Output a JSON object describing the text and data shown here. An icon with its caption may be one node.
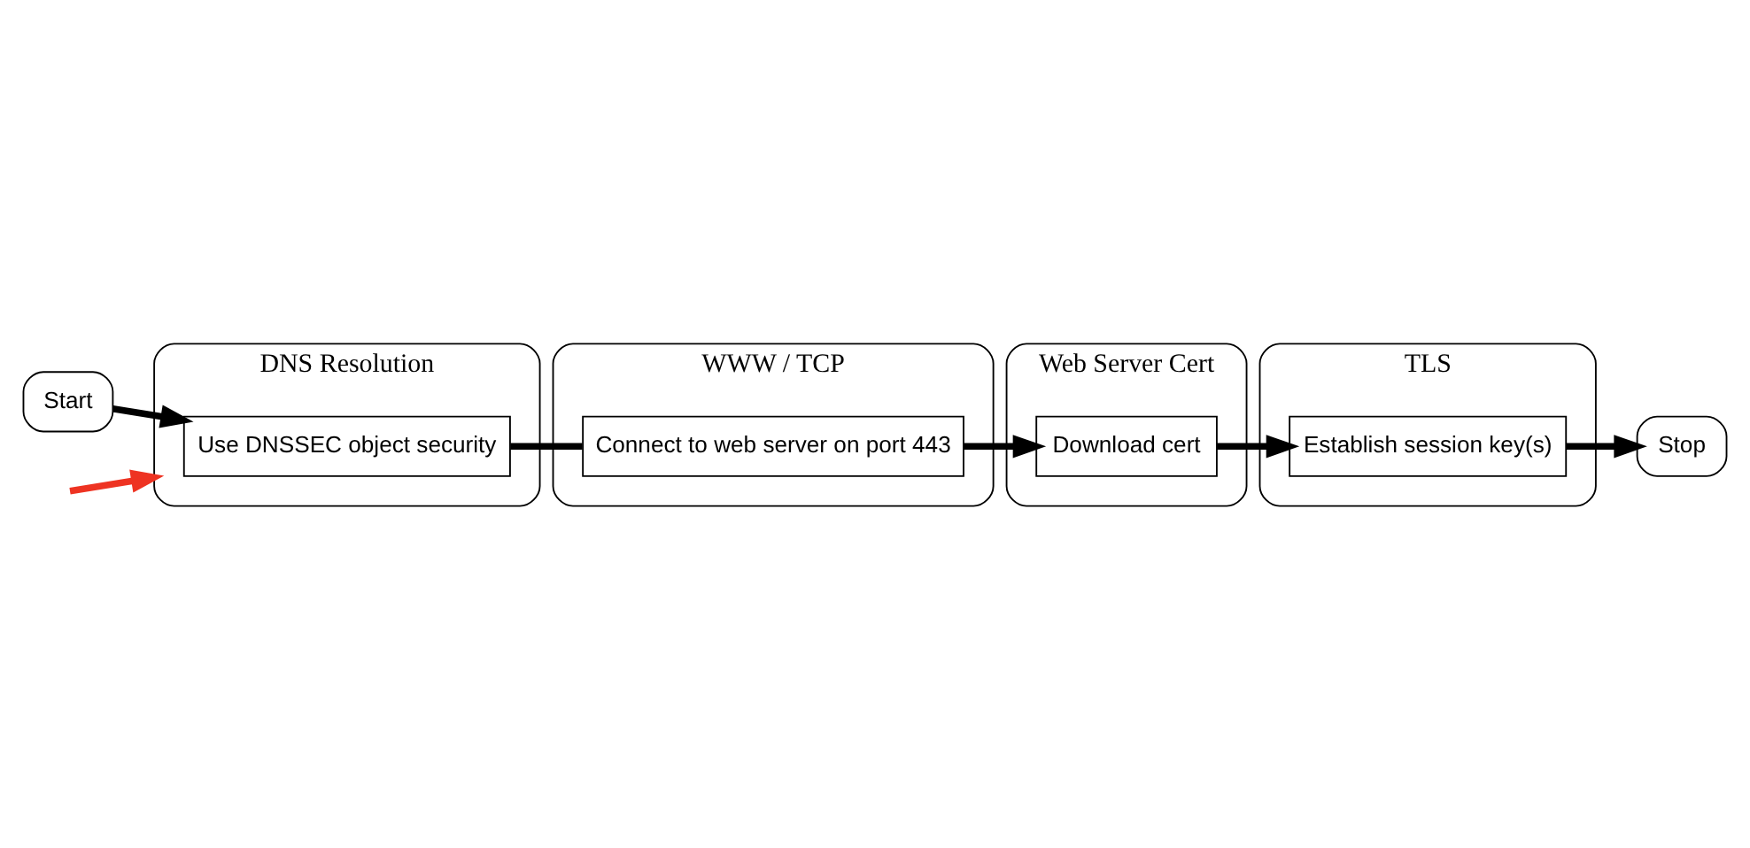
{
  "diagram": {
    "nodes": [
      {
        "text": [
          "Start"
        ]
      },
      {
        "text": [
          "DNS Resolution"
        ]
      },
      {
        "text": [
          "Use DNSSEC object security"
        ],
        "in": 1
      },
      {
        "text": [
          "WWW / TCP"
        ]
      },
      {
        "text": [
          "Connect to web server on port 443"
        ],
        "in": 3
      },
      {
        "text": [
          "Web Server Cert"
        ]
      },
      {
        "text": [
          "Download cert"
        ],
        "in": 5
      },
      {
        "text": [
          "TLS"
        ]
      },
      {
        "text": [
          "Establish session key(s)"
        ],
        "in": 7
      },
      {
        "text": [
          "Stop"
        ]
      }
    ],
    "edges": [
      {
        "from": 0,
        "to": 2,
        "arrow": "to"
      },
      {
        "from": 2,
        "to": 4,
        "arrow": "none"
      },
      {
        "from": 4,
        "to": 6,
        "arrow": "to"
      },
      {
        "from": 6,
        "to": 8,
        "arrow": "to"
      },
      {
        "from": 8,
        "to": 9,
        "arrow": "to"
      },
      {
        "from": null,
        "to": 1,
        "arrow": "to",
        "color": "#ee3322"
      }
    ]
  }
}
